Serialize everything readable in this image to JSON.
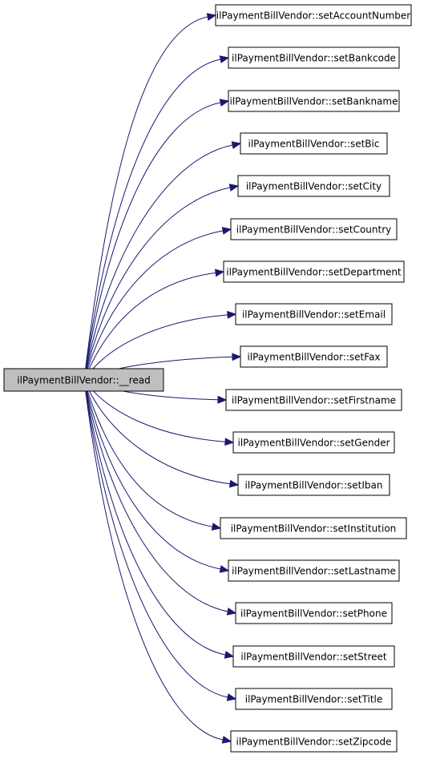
{
  "graph": {
    "edge_color": "#191970",
    "source_fill": "#bfbfbf",
    "target_fill": "#ffffff",
    "border_color": "#000000",
    "source": {
      "label": "ilPaymentBillVendor::__read"
    },
    "targets": [
      {
        "label": "ilPaymentBillVendor::setAccountNumber"
      },
      {
        "label": "ilPaymentBillVendor::setBankcode"
      },
      {
        "label": "ilPaymentBillVendor::setBankname"
      },
      {
        "label": "ilPaymentBillVendor::setBic"
      },
      {
        "label": "ilPaymentBillVendor::setCity"
      },
      {
        "label": "ilPaymentBillVendor::setCountry"
      },
      {
        "label": "ilPaymentBillVendor::setDepartment"
      },
      {
        "label": "ilPaymentBillVendor::setEmail"
      },
      {
        "label": "ilPaymentBillVendor::setFax"
      },
      {
        "label": "ilPaymentBillVendor::setFirstname"
      },
      {
        "label": "ilPaymentBillVendor::setGender"
      },
      {
        "label": "ilPaymentBillVendor::setIban"
      },
      {
        "label": "ilPaymentBillVendor::setInstitution"
      },
      {
        "label": "ilPaymentBillVendor::setLastname"
      },
      {
        "label": "ilPaymentBillVendor::setPhone"
      },
      {
        "label": "ilPaymentBillVendor::setStreet"
      },
      {
        "label": "ilPaymentBillVendor::setTitle"
      },
      {
        "label": "ilPaymentBillVendor::setZipcode"
      }
    ]
  }
}
